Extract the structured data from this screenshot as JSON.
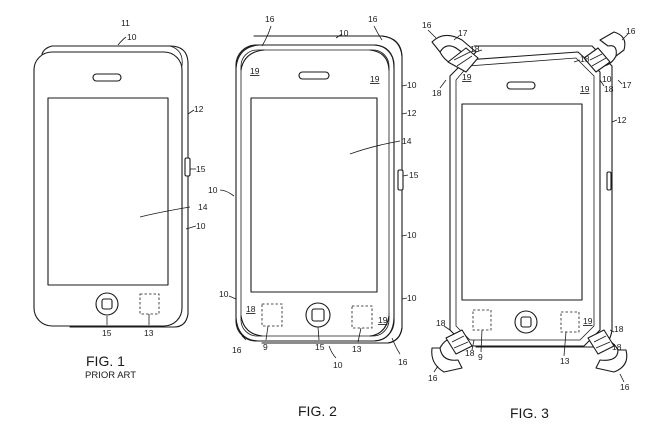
{
  "figures": [
    {
      "id": "fig1",
      "caption": "FIG. 1",
      "subcaption": "PRIOR ART",
      "refs": {
        "r11": "11",
        "r10_top": "10",
        "r12": "12",
        "r15_side": "15",
        "r14": "14",
        "r10_side": "10",
        "r15_bottom": "15",
        "r13": "13"
      }
    },
    {
      "id": "fig2",
      "caption": "FIG. 2",
      "refs": {
        "r16_tl": "16",
        "r10_top": "10",
        "r16_tr": "16",
        "r19_tl": "19",
        "r19_tr": "19",
        "r10_tr": "10",
        "r12": "12",
        "r14": "14",
        "r10_left": "10",
        "r15_side": "15",
        "r10_right_mid": "10",
        "r10_left_low": "10",
        "r10_right_low": "10",
        "r18": "18",
        "r19_br": "19",
        "r9": "9",
        "r15_bottom": "15",
        "r13": "13",
        "r16_bl": "16",
        "r10_bottom": "10",
        "r16_br": "16"
      }
    },
    {
      "id": "fig3",
      "caption": "FIG. 3",
      "refs": {
        "r16_tl": "16",
        "r17_tl": "17",
        "r18_tl_a": "18",
        "r18_tl_b": "18",
        "r19_tl": "19",
        "r18_tr_a": "18",
        "r16_tr": "16",
        "r18_tr_b": "18",
        "r17_tr": "17",
        "r19_tr": "19",
        "r10": "10",
        "r12": "12",
        "r18_bl_a": "18",
        "r18_bl_b": "18",
        "r9": "9",
        "r19_br": "19",
        "r18_br_a": "18",
        "r18_br_b": "18",
        "r16_bl": "16",
        "r13": "13",
        "r16_br": "16"
      }
    }
  ]
}
